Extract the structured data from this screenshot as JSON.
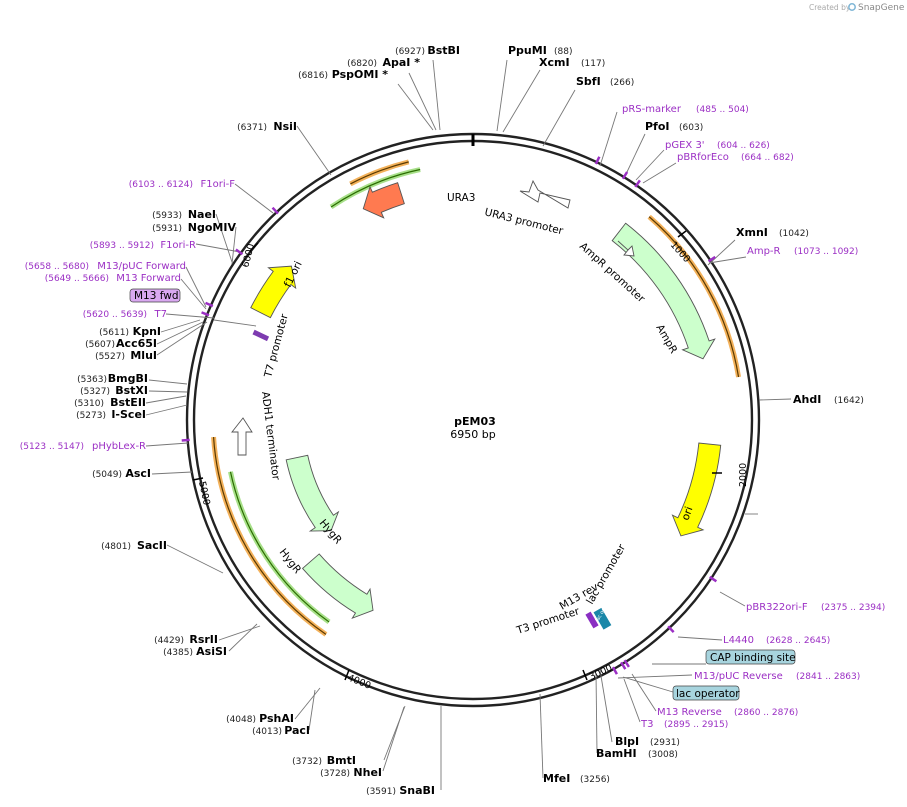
{
  "credit": {
    "created_by": "Created by",
    "brand": "SnapGene"
  },
  "plasmid": {
    "name": "pEM03",
    "length_label": "6950 bp",
    "length": 6950
  },
  "ticks": [
    "1000",
    "2000",
    "3000",
    "4000",
    "5000",
    "6000"
  ],
  "features": [
    {
      "label": "URA3",
      "start": 6610,
      "end": 6420,
      "color": "#ff7a50",
      "radius": 238
    },
    {
      "label": "f1 ori",
      "start": 5730,
      "end": 5990,
      "color": "#ffff00",
      "radius": 238
    },
    {
      "label": "AmpR",
      "start": 730,
      "end": 1450,
      "color": "#ccffcc",
      "radius": 238
    },
    {
      "label": "ori",
      "start": 1850,
      "end": 2300,
      "color": "#ffff00",
      "radius": 238
    },
    {
      "label": "HygR",
      "start": 4980,
      "end": 4480,
      "color": "#ccffcc",
      "radius": 180
    },
    {
      "label": "HygR",
      "start": 4420,
      "end": 4010,
      "color": "#ccffcc",
      "radius": 215
    }
  ],
  "feature_labels": {
    "ura3_promoter": "URA3 promoter",
    "ampr_promoter": "AmpR promoter",
    "t7_promoter": "T7 promoter",
    "adh1_terminator": "ADH1 terminator",
    "m13_rev": "M13 rev",
    "lac_promoter": "lac promoter",
    "t3_promoter": "T3 promoter",
    "lac_op": "lac op"
  },
  "enzymes": [
    {
      "name": "BstBI",
      "pos": "(6927)"
    },
    {
      "name": "ApaI *",
      "pos": "(6820)"
    },
    {
      "name": "PspOMI *",
      "pos": "(6816)"
    },
    {
      "name": "PpuMI",
      "pos": "(88)"
    },
    {
      "name": "XcmI",
      "pos": "(117)"
    },
    {
      "name": "SbfI",
      "pos": "(266)"
    },
    {
      "name": "PfoI",
      "pos": "(603)"
    },
    {
      "name": "XmnI",
      "pos": "(1042)"
    },
    {
      "name": "AhdI",
      "pos": "(1642)"
    },
    {
      "name": "BlpI",
      "pos": "(2931)"
    },
    {
      "name": "BamHI",
      "pos": "(3008)"
    },
    {
      "name": "MfeI",
      "pos": "(3256)"
    },
    {
      "name": "SnaBI",
      "pos": "(3591)"
    },
    {
      "name": "BmtI",
      "pos": "(3732)"
    },
    {
      "name": "NheI",
      "pos": "(3728)"
    },
    {
      "name": "PshAI",
      "pos": "(4048)"
    },
    {
      "name": "PacI",
      "pos": "(4013)"
    },
    {
      "name": "RsrII",
      "pos": "(4429)"
    },
    {
      "name": "AsiSI",
      "pos": "(4385)"
    },
    {
      "name": "SacII",
      "pos": "(4801)"
    },
    {
      "name": "AscI",
      "pos": "(5049)"
    },
    {
      "name": "BmgBI",
      "pos": "(5363)"
    },
    {
      "name": "BstXI",
      "pos": "(5327)"
    },
    {
      "name": "BstEII",
      "pos": "(5310)"
    },
    {
      "name": "I-SceI",
      "pos": "(5273)"
    },
    {
      "name": "KpnI",
      "pos": "(5611)"
    },
    {
      "name": "Acc65I",
      "pos": "(5607)"
    },
    {
      "name": "MluI",
      "pos": "(5527)"
    },
    {
      "name": "NaeI",
      "pos": "(5933)"
    },
    {
      "name": "NgoMIV",
      "pos": "(5931)"
    },
    {
      "name": "NsiI",
      "pos": "(6371)"
    }
  ],
  "primers": [
    {
      "name": "pRS-marker",
      "pos": "(485 .. 504)"
    },
    {
      "name": "pGEX 3'",
      "pos": "(604 .. 626)"
    },
    {
      "name": "pBRforEco",
      "pos": "(664 .. 682)"
    },
    {
      "name": "Amp-R",
      "pos": "(1073 .. 1092)"
    },
    {
      "name": "pBR322ori-F",
      "pos": "(2375 .. 2394)"
    },
    {
      "name": "L4440",
      "pos": "(2628 .. 2645)"
    },
    {
      "name": "M13/pUC Reverse",
      "pos": "(2841 .. 2863)"
    },
    {
      "name": "M13 Reverse",
      "pos": "(2860 .. 2876)"
    },
    {
      "name": "T3",
      "pos": "(2895 .. 2915)"
    },
    {
      "name": "pHybLex-R",
      "pos": "(5123 .. 5147)"
    },
    {
      "name": "T7",
      "pos": "(5620 .. 5639)"
    },
    {
      "name": "M13/pUC Forward",
      "pos": "(5658 .. 5680)"
    },
    {
      "name": "M13 Forward",
      "pos": "(5649 .. 5666)"
    },
    {
      "name": "F1ori-R",
      "pos": "(5893 .. 5912)"
    },
    {
      "name": "F1ori-F",
      "pos": "(6103 .. 6124)"
    }
  ],
  "boxes": {
    "cap_binding_site": "CAP binding site",
    "lac_operator": "lac operator",
    "m13_fwd": "M13 fwd"
  }
}
